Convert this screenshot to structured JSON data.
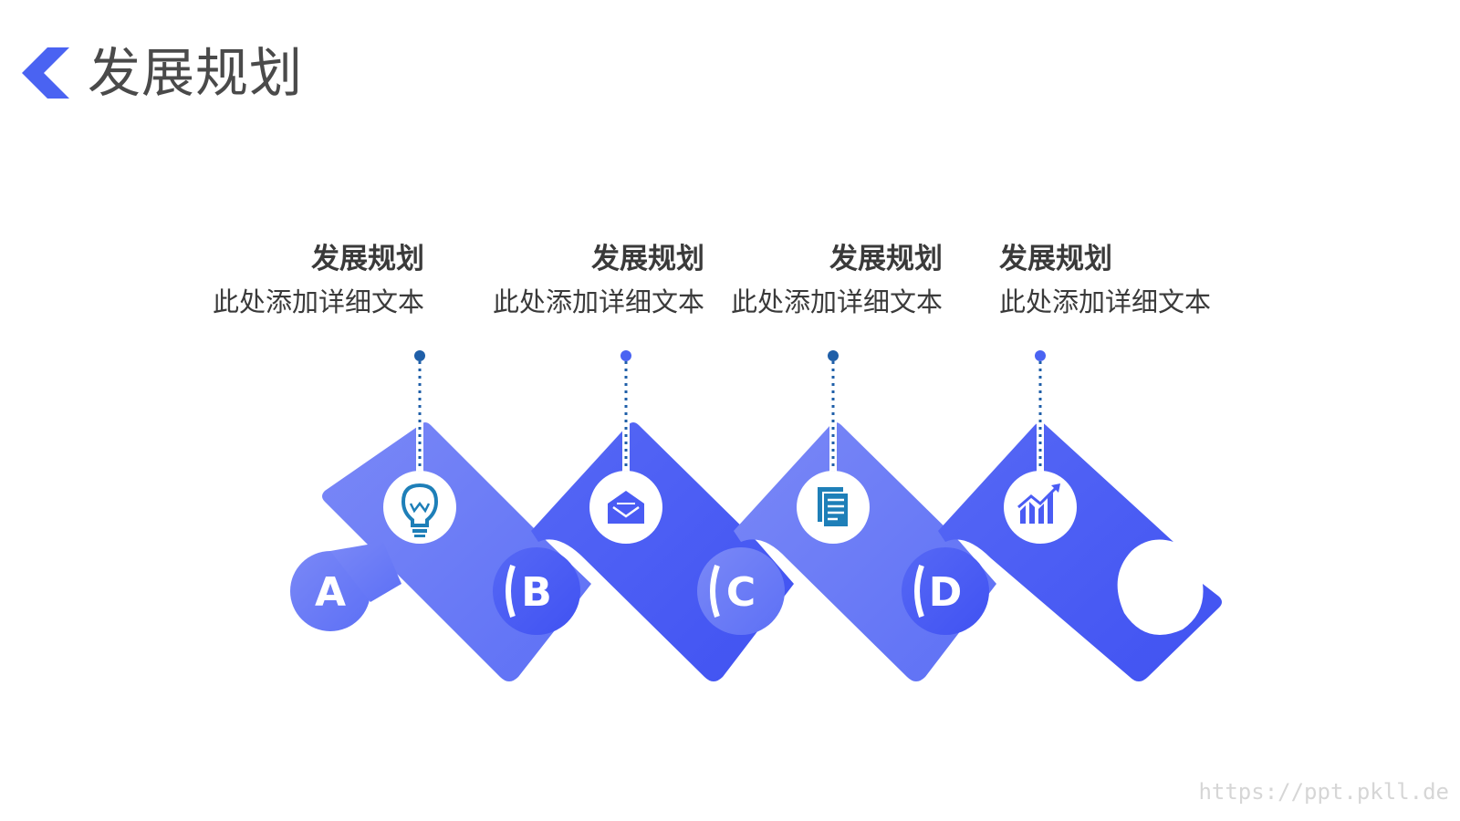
{
  "header": {
    "title": "发展规划",
    "accent_color": "#4a63f2",
    "icon": "chevron-left-icon"
  },
  "colors": {
    "piece_light": "#6b7cf6",
    "piece_dark": "#4a5cf4",
    "dot": "#1f5fa8",
    "icon_fg": "#1e7fb8"
  },
  "steps": [
    {
      "letter": "A",
      "title": "发展规划",
      "desc": "此处添加详细文本",
      "icon": "lightbulb-icon"
    },
    {
      "letter": "B",
      "title": "发展规划",
      "desc": "此处添加详细文本",
      "icon": "envelope-icon"
    },
    {
      "letter": "C",
      "title": "发展规划",
      "desc": "此处添加详细文本",
      "icon": "document-icon"
    },
    {
      "letter": "D",
      "title": "发展规划",
      "desc": "此处添加详细文本",
      "icon": "chart-growth-icon"
    }
  ],
  "watermark": "https://ppt.pkll.de"
}
